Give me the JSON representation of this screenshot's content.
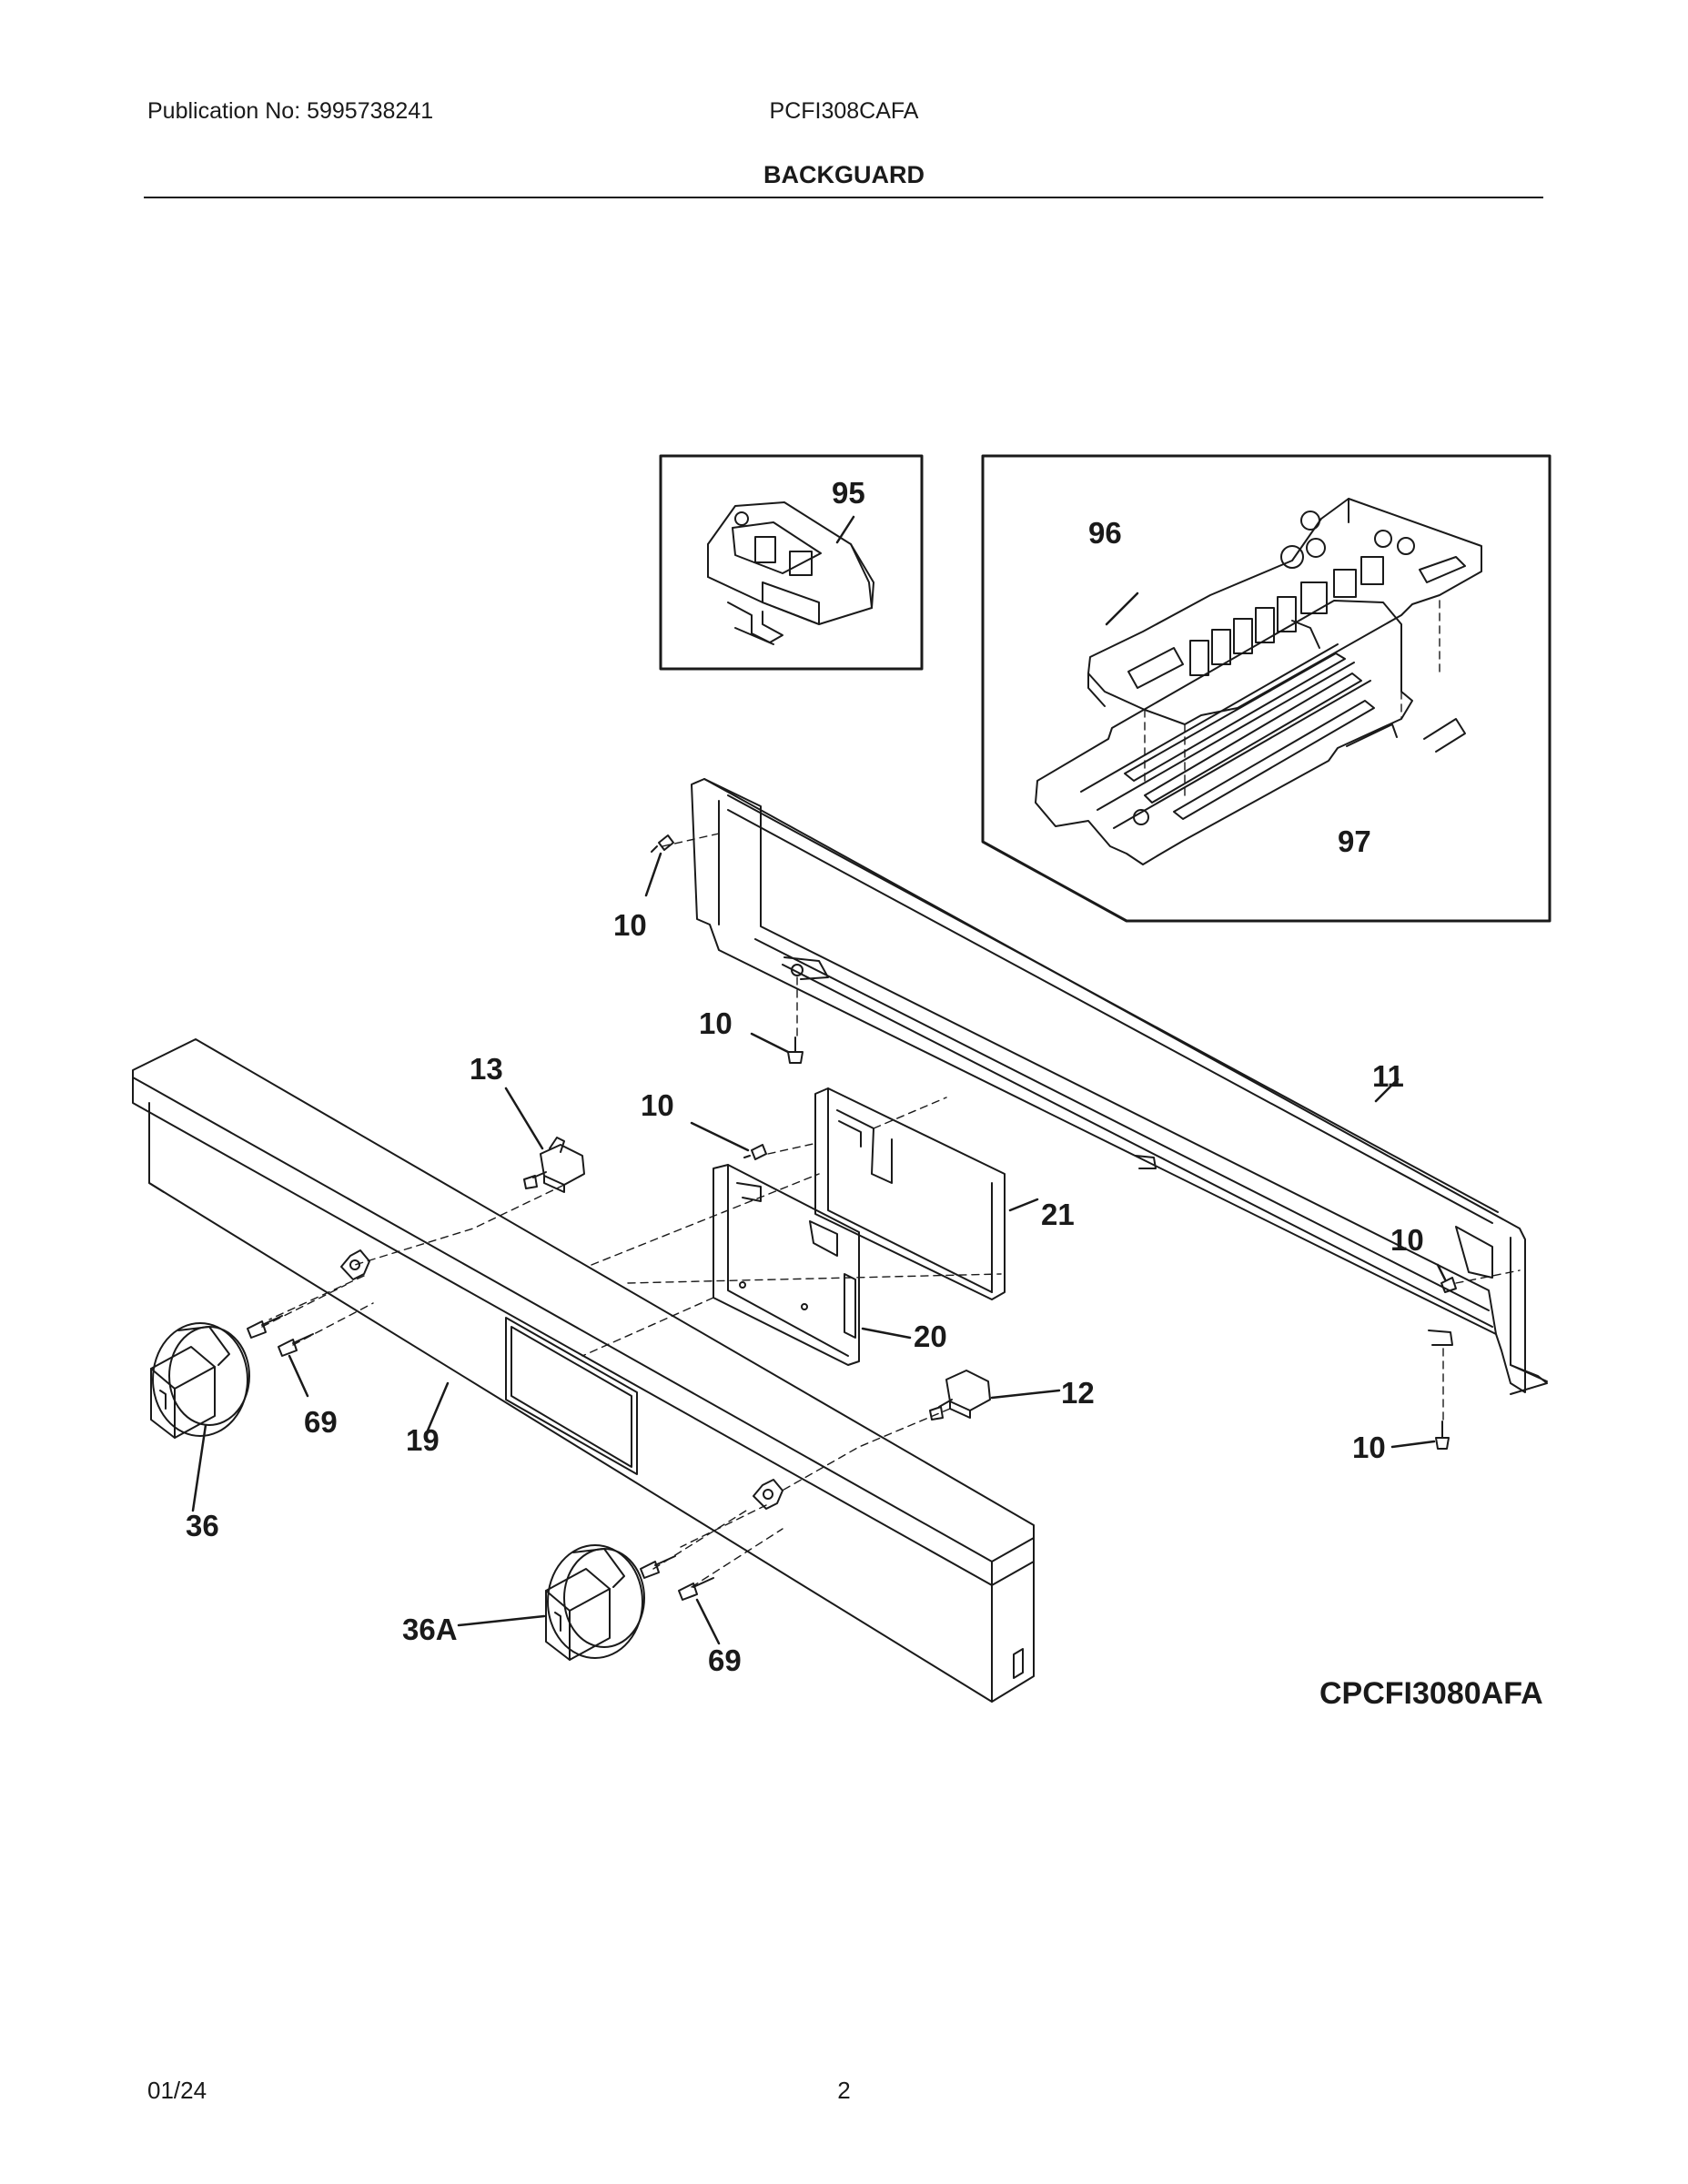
{
  "header": {
    "publication": "Publication No: 5995738241",
    "model": "PCFI308CAFA",
    "section_title": "BACKGUARD"
  },
  "diagram": {
    "code": "CPCFI3080AFA",
    "callouts": {
      "c95": "95",
      "c96": "96",
      "c97": "97",
      "c10a": "10",
      "c10b": "10",
      "c10c": "10",
      "c10d": "10",
      "c10e": "10",
      "c11": "11",
      "c12": "12",
      "c13": "13",
      "c19": "19",
      "c20": "20",
      "c21": "21",
      "c36": "36",
      "c36a": "36A",
      "c69a": "69",
      "c69b": "69"
    }
  },
  "footer": {
    "date": "01/24",
    "page": "2"
  }
}
